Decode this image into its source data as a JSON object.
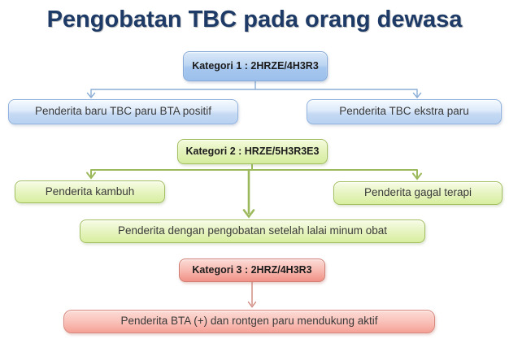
{
  "title": "Pengobatan TBC pada orang dewasa",
  "colors": {
    "title_text": "#1e3a66",
    "blue_connector": "#8aadd6",
    "green_connector": "#9cba5d",
    "red_connector": "#cf867d",
    "blue_box_top": "#d9e8f9",
    "blue_box_bottom": "#9cc0ec",
    "blue_child_top": "#f5fafe",
    "blue_child_bottom": "#b9d2f1",
    "green_box_top": "#f4fada",
    "green_box_bottom": "#d5ec9e",
    "green_child_top": "#f7fce6",
    "green_child_bottom": "#d8ee9f",
    "red_box_top": "#fcdbd6",
    "red_box_bottom": "#f19186",
    "red_child_top": "#fcdcd6",
    "red_child_bottom": "#f5a196",
    "background": "#ffffff"
  },
  "sections": [
    {
      "label": "Kategori 1 : 2HRZE/4H3R3",
      "children": [
        {
          "label": "Penderita baru TBC paru BTA positif"
        },
        {
          "label": "Penderita TBC ekstra paru"
        }
      ]
    },
    {
      "label": "Kategori 2 : HRZE/5H3R3E3",
      "children": [
        {
          "label": "Penderita kambuh"
        },
        {
          "label": "Penderita gagal terapi"
        },
        {
          "label": "Penderita dengan pengobatan setelah lalai minum obat"
        }
      ]
    },
    {
      "label": "Kategori 3 : 2HRZ/4H3R3",
      "children": [
        {
          "label": "Penderita BTA (+) dan rontgen paru mendukung aktif"
        }
      ]
    }
  ]
}
